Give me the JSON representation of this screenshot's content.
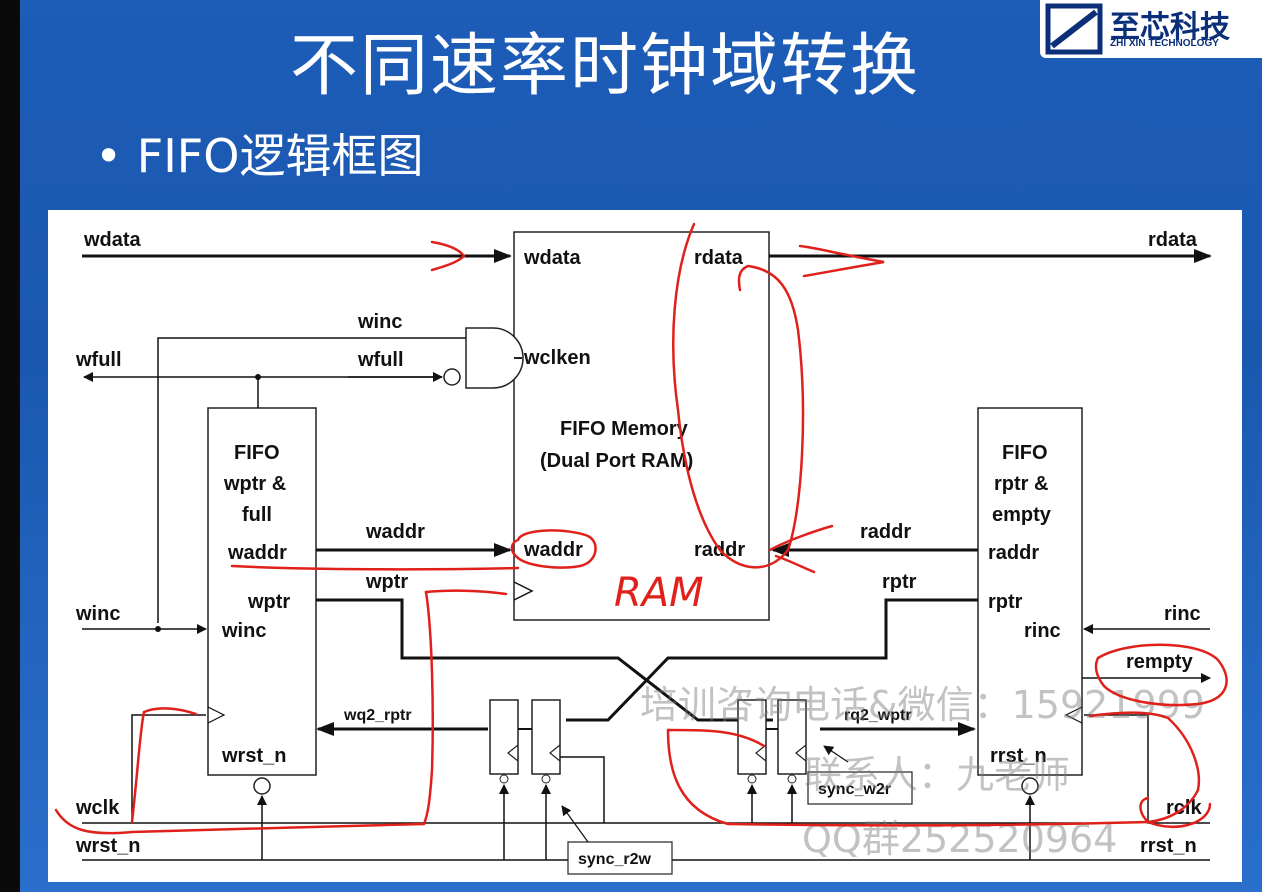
{
  "slide": {
    "title": "不同速率时钟域转换",
    "bullet_marker": "•",
    "bullet_text": "FIFO逻辑框图"
  },
  "logo": {
    "name": "至芯科技",
    "sub": "ZHI XIN TECHNOLOGY"
  },
  "diagram": {
    "memory": {
      "title_line1": "FIFO Memory",
      "title_line2": "(Dual Port RAM)",
      "port_wdata": "wdata",
      "port_rdata": "rdata",
      "port_wclken": "wclken",
      "port_waddr": "waddr",
      "port_raddr": "raddr"
    },
    "write_block": {
      "line1": "FIFO",
      "line2": "wptr &",
      "line3": "full",
      "port_waddr": "waddr",
      "port_wptr": "wptr",
      "port_winc": "winc",
      "port_wrst": "wrst_n"
    },
    "read_block": {
      "line1": "FIFO",
      "line2": "rptr &",
      "line3": "empty",
      "port_raddr": "raddr",
      "port_rptr": "rptr",
      "port_rinc": "rinc",
      "port_rrst": "rrst_n"
    },
    "signals": {
      "wdata": "wdata",
      "rdata": "rdata",
      "winc_top": "winc",
      "wfull_gate": "wfull",
      "wfull_out": "wfull",
      "waddr": "waddr",
      "raddr": "raddr",
      "wptr": "wptr",
      "rptr": "rptr",
      "winc": "winc",
      "rinc": "rinc",
      "rempty": "rempty",
      "wq2_rptr": "wq2_rptr",
      "rq2_wptr": "rq2_wptr",
      "wclk": "wclk",
      "wrst_n": "wrst_n",
      "rclk": "rclk",
      "rrst_n": "rrst_n",
      "sync_r2w": "sync_r2w",
      "sync_w2r": "sync_w2r"
    },
    "annotation": "RAM",
    "watermark": {
      "line1": "培训咨询电话&微信：15921999",
      "line2": "联系人：九老师",
      "line3": "QQ群252520964"
    }
  },
  "colors": {
    "background": "#1d5cb7",
    "annotation_ink": "#e0201a",
    "logo_blue": "#0b2f78"
  }
}
